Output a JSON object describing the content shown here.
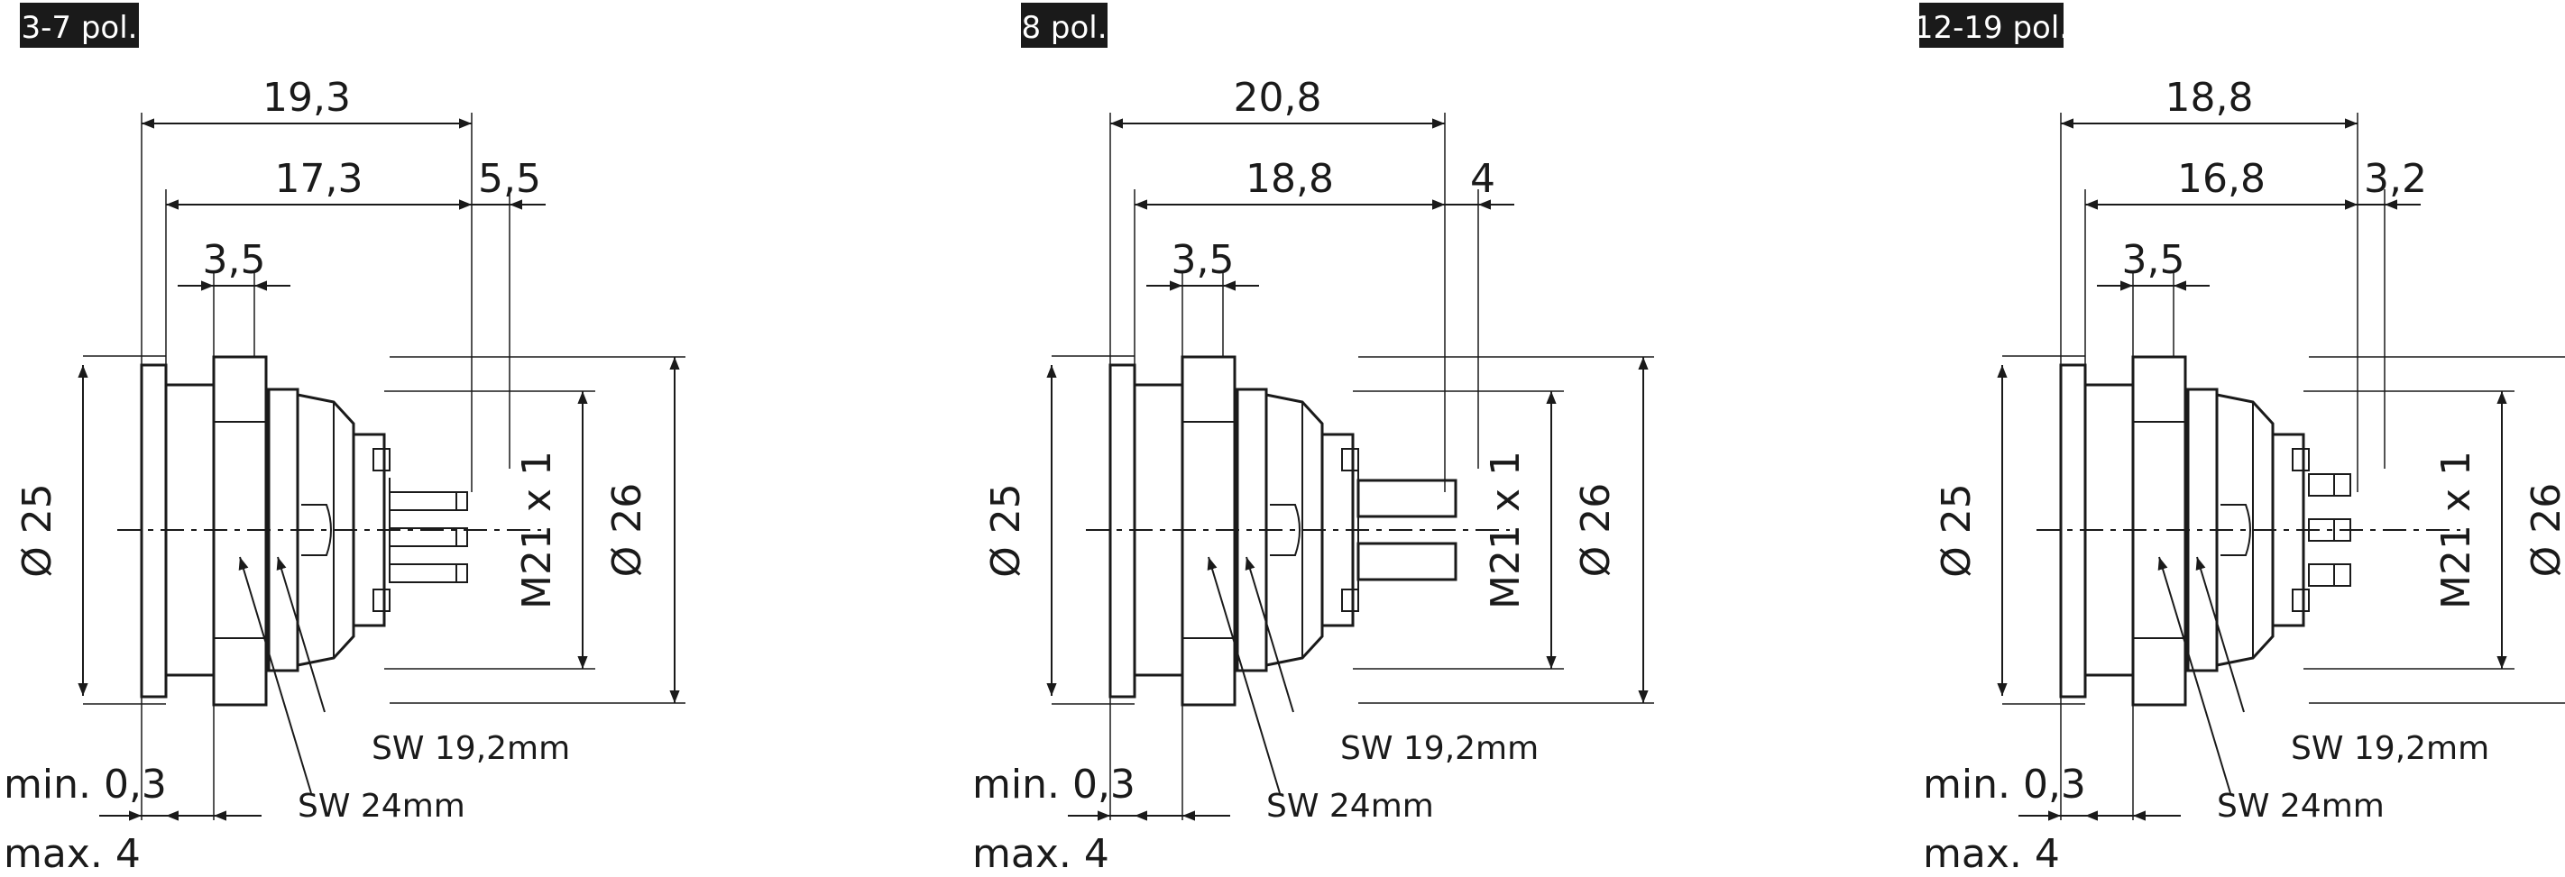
{
  "colors": {
    "line": "#1a1a1a",
    "tag_bg": "#1a1a1a",
    "tag_text": "#ffffff",
    "background": "#ffffff"
  },
  "drawings": [
    {
      "tag": "3-7 pol.",
      "dims": {
        "overall": "19,3",
        "body": "17,3",
        "pins": "5,5",
        "flange": "3,5",
        "dia_left": "Ø 25",
        "thread": "M21 x 1",
        "dia_right": "Ø 26",
        "min": "min. 0,3",
        "max": "max. 4"
      },
      "labels": {
        "sw_small": "SW 19,2mm",
        "sw_large": "SW 24mm"
      }
    },
    {
      "tag": "8 pol.",
      "dims": {
        "overall": "20,8",
        "body": "18,8",
        "pins": "4",
        "flange": "3,5",
        "dia_left": "Ø 25",
        "thread": "M21 x 1",
        "dia_right": "Ø 26",
        "min": "min. 0,3",
        "max": "max. 4"
      },
      "labels": {
        "sw_small": "SW 19,2mm",
        "sw_large": "SW 24mm"
      }
    },
    {
      "tag": "12-19 pol.",
      "dims": {
        "overall": "18,8",
        "body": "16,8",
        "pins": "3,2",
        "flange": "3,5",
        "dia_left": "Ø 25",
        "thread": "M21 x 1",
        "dia_right": "Ø 26",
        "min": "min. 0,3",
        "max": "max. 4"
      },
      "labels": {
        "sw_small": "SW 19,2mm",
        "sw_large": "SW 24mm"
      }
    }
  ]
}
